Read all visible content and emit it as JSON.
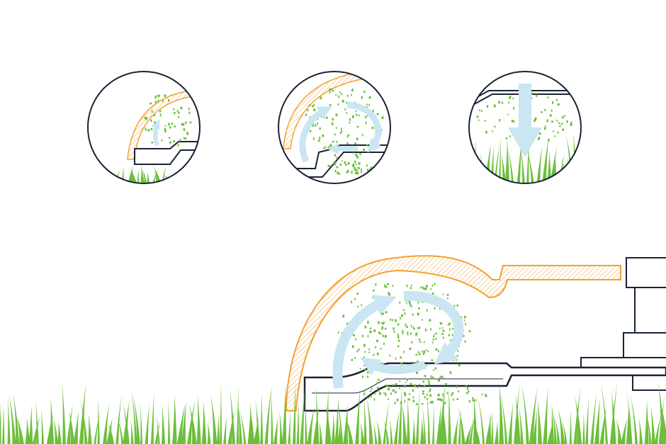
{
  "colors": {
    "background": "#ffffff",
    "outline": "#1b2236",
    "housing": "#f2a12e",
    "grass": "#6cbf3a",
    "airflow": "#c9e6f2",
    "clippings": "#6cbf3a"
  },
  "panels": [
    {
      "id": "lift",
      "arrows": 1
    },
    {
      "id": "recirculate",
      "arrows": 2
    },
    {
      "id": "deposit",
      "arrows": 1
    }
  ]
}
